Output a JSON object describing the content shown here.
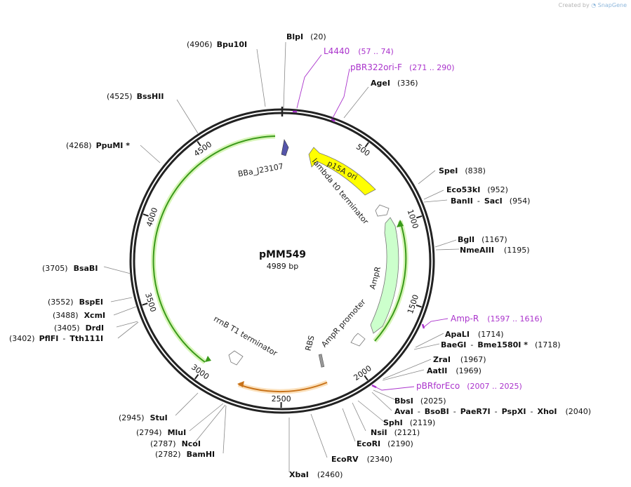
{
  "watermark": {
    "prefix": "Created by",
    "brand": "SnapGene"
  },
  "plasmid": {
    "name": "pMM549",
    "size": "4989 bp",
    "length": 4989
  },
  "ticks": [
    {
      "label": "500",
      "pos": 500
    },
    {
      "label": "1000",
      "pos": 1000
    },
    {
      "label": "1500",
      "pos": 1500
    },
    {
      "label": "2000",
      "pos": 2000
    },
    {
      "label": "2500",
      "pos": 2500
    },
    {
      "label": "3000",
      "pos": 3000
    },
    {
      "label": "3500",
      "pos": 3500
    },
    {
      "label": "4000",
      "pos": 4000
    },
    {
      "label": "4500",
      "pos": 4500
    }
  ],
  "sites": [
    {
      "name": "BlpI",
      "pos": "(20)"
    },
    {
      "name": "Bpu10I",
      "pos": "(4906)"
    },
    {
      "name": "BssHII",
      "pos": "(4525)"
    },
    {
      "name": "PpuMI *",
      "pos": "(4268)"
    },
    {
      "name": "AgeI",
      "pos": "(336)"
    },
    {
      "name": "SpeI",
      "pos": "(838)"
    },
    {
      "name": "Eco53kI",
      "pos": "(952)"
    },
    {
      "name": "BanII",
      "name2": "SacI",
      "pos": "(954)"
    },
    {
      "name": "BglI",
      "pos": "(1167)"
    },
    {
      "name": "NmeAIII",
      "pos": "(1195)"
    },
    {
      "name": "ApaLI",
      "pos": "(1714)"
    },
    {
      "name": "BaeGI",
      "name2": "Bme1580I *",
      "pos": "(1718)"
    },
    {
      "name": "ZraI",
      "pos": "(1967)"
    },
    {
      "name": "AatII",
      "pos": "(1969)"
    },
    {
      "name": "BbsI",
      "pos": "(2025)"
    },
    {
      "name": "AvaI",
      "name2": "BsoBI",
      "name3": "PaeR7I",
      "name4": "PspXI",
      "name5": "XhoI",
      "pos": "(2040)"
    },
    {
      "name": "SphI",
      "pos": "(2119)"
    },
    {
      "name": "NsiI",
      "pos": "(2121)"
    },
    {
      "name": "EcoRI",
      "pos": "(2190)"
    },
    {
      "name": "EcoRV",
      "pos": "(2340)"
    },
    {
      "name": "XbaI",
      "pos": "(2460)"
    },
    {
      "name": "StuI",
      "pos": "(2945)"
    },
    {
      "name": "MluI",
      "pos": "(2794)"
    },
    {
      "name": "NcoI",
      "pos": "(2787)"
    },
    {
      "name": "BamHI",
      "pos": "(2782)"
    },
    {
      "name": "BsaBI",
      "pos": "(3705)"
    },
    {
      "name": "BspEI",
      "pos": "(3552)"
    },
    {
      "name": "XcmI",
      "pos": "(3488)"
    },
    {
      "name": "DrdI",
      "pos": "(3405)"
    },
    {
      "name": "PflFI",
      "name2": "Tth111I",
      "pos": "(3402)"
    }
  ],
  "primers": [
    {
      "name": "L4440",
      "range": "(57 .. 74)"
    },
    {
      "name": "pBR322ori-F",
      "range": "(271 .. 290)"
    },
    {
      "name": "Amp-R",
      "range": "(1597 .. 1616)"
    },
    {
      "name": "pBRforEco",
      "range": "(2007 .. 2025)"
    }
  ],
  "features": [
    {
      "name": "p15A ori",
      "color": "#ffff00"
    },
    {
      "name": "lambda t0 terminator",
      "color": "#ffffff"
    },
    {
      "name": "AmpR",
      "color": "#ccffcc"
    },
    {
      "name": "AmpR promoter",
      "color": "#ffffff"
    },
    {
      "name": "RBS",
      "color": "#999999"
    },
    {
      "name": "rrnB T1 terminator",
      "color": "#ffffff"
    },
    {
      "name": "BBa_J23107",
      "color": "#5555aa"
    }
  ],
  "colors": {
    "backbone": "#222222",
    "primer": "#aa33cc",
    "orf_green": "#3a9a1a",
    "orf_glow": "#d7f5b8",
    "orf_orange": "#c9731a",
    "orf_orange_glow": "#fbe1bd"
  }
}
